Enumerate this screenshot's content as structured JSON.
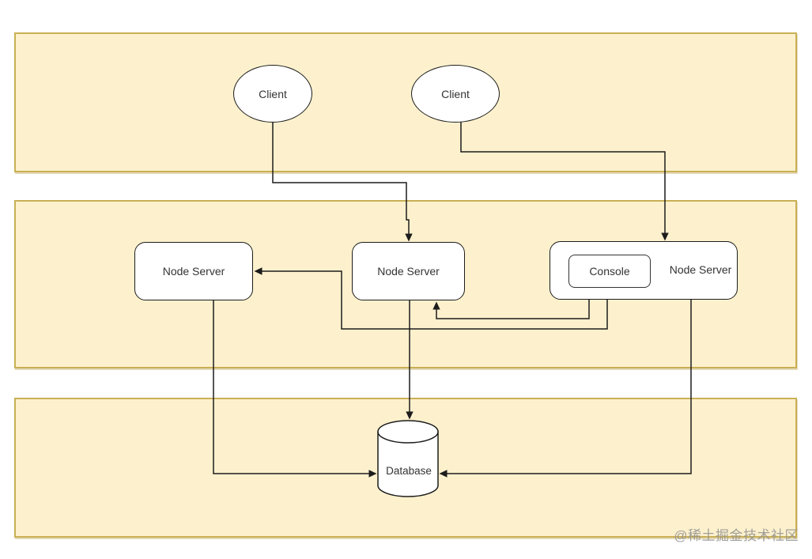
{
  "nodes": {
    "client1": {
      "label": "Client"
    },
    "client2": {
      "label": "Client"
    },
    "node_server_left": {
      "label": "Node Server"
    },
    "node_server_center": {
      "label": "Node Server"
    },
    "node_server_right": {
      "label": "Node Server"
    },
    "console": {
      "label": "Console"
    },
    "database": {
      "label": "Database"
    }
  },
  "watermark": {
    "text": "@稀土掘金技术社区"
  },
  "colors": {
    "band_fill": "#fdf1cd",
    "band_border": "#c9b055",
    "shape_fill": "#ffffff",
    "shape_border": "#1c1c1c",
    "connector": "#1c1c1c",
    "text": "#333333",
    "watermark": "#919191"
  }
}
